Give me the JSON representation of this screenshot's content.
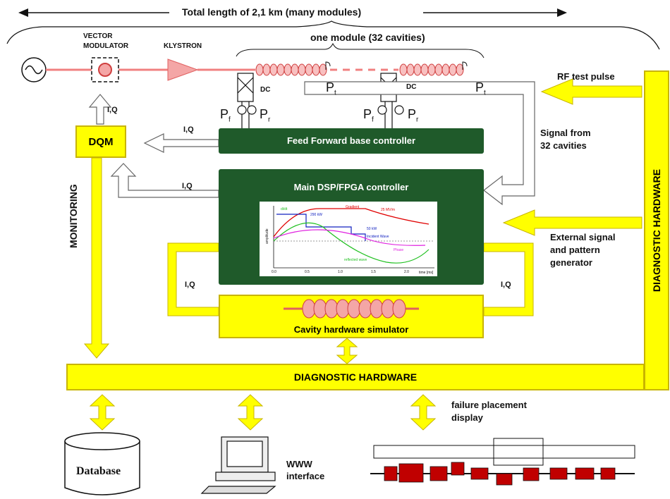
{
  "header": {
    "total_length": "Total length of 2,1 km (many modules)",
    "one_module": "one module (32 cavities)"
  },
  "rf_chain": {
    "vector_modulator": "VECTOR\nMODULATOR",
    "klystron": "KLYSTRON",
    "dc_left": "DC",
    "dc_right": "DC",
    "pf": "P",
    "pf_sub": "f",
    "pr": "P",
    "pr_sub": "r",
    "pt": "P",
    "pt_sub": "t"
  },
  "signals": {
    "rf_test_pulse": "RF test pulse",
    "signal_from_cavities": "Signal from\n32 cavities",
    "external_signal": "External signal\nand pattern\ngenerator",
    "iq": "I,Q"
  },
  "blocks": {
    "dqm": "DQM",
    "feed_forward": "Feed Forward base controller",
    "main_controller": "Main DSP/FPGA controller",
    "cavity_simulator": "Cavity hardware simulator",
    "diag_horizontal": "DIAGNOSTIC HARDWARE",
    "diag_vertical": "DIAGNOSTIC HARDWARE",
    "monitoring": "MONITORING"
  },
  "outputs": {
    "database": "Database",
    "www": "WWW\ninterface",
    "failure": "failure placement\ndisplay"
  },
  "inset_plot": {
    "labels": [
      "Gradient",
      "25 MV/m",
      "290 kW",
      "50 kW",
      "Incident Wave",
      "Phase",
      "di/dt",
      "reflected wave",
      "amplitude",
      "time [ms]"
    ],
    "x_ticks": [
      "0.0",
      "0.5",
      "1.0",
      "1.5",
      "2.0"
    ]
  },
  "colors": {
    "green": "#1f5a2a",
    "yellow": "#ffff00",
    "rf_line": "#f08080",
    "cavity": "#f4a6a6"
  }
}
